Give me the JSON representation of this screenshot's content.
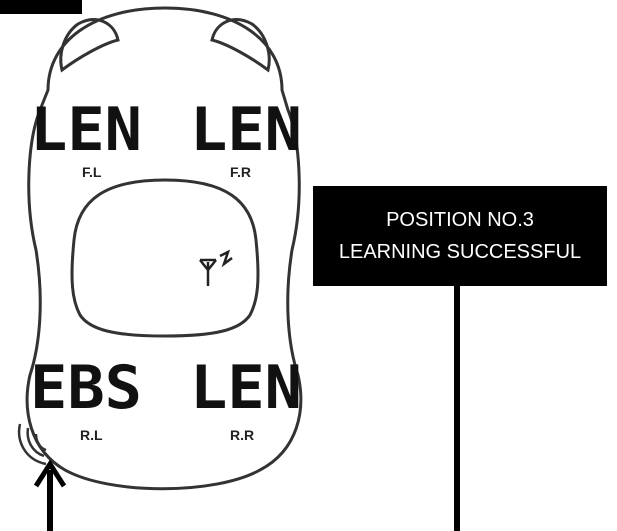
{
  "display": {
    "front_left_code": "LEN",
    "front_right_code": "LEN",
    "rear_left_code": "EBS",
    "rear_right_code": "LEN",
    "front_left_label": "F.L",
    "front_right_label": "F.R",
    "rear_left_label": "R.L",
    "rear_right_label": "R.R"
  },
  "callout": {
    "line1": "POSITION NO.3",
    "line2": "LEARNING SUCCESSFUL"
  },
  "icons": {
    "center": "antenna-signal-icon",
    "bottom_left": "sound-wave-icon"
  }
}
